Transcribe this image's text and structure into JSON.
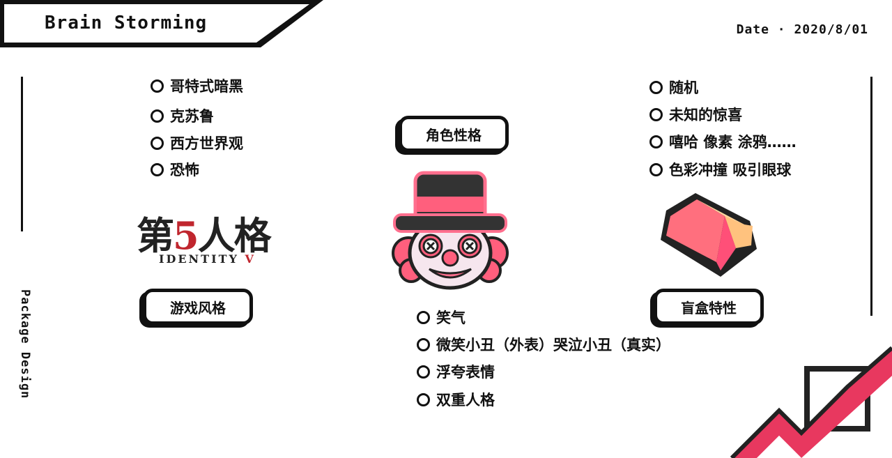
{
  "header": {
    "title": "Brain Storming",
    "date": "Date · 2020/8/01"
  },
  "side_label": "Package Design",
  "game_style": {
    "tag": "游戏风格",
    "items": [
      "哥特式暗黑",
      "克苏鲁",
      "西方世界观",
      "恐怖"
    ],
    "logo": {
      "chinese_prefix": "第",
      "chinese_number": "5",
      "chinese_suffix": "人格",
      "english": "IDENTITY",
      "english_suffix": "V"
    }
  },
  "character": {
    "tag": "角色性格",
    "items": [
      "笑气",
      "微笑小丑（外表）哭泣小丑（真实）",
      "浮夸表情",
      "双重人格"
    ],
    "icon": "clown-icon"
  },
  "blind_box": {
    "tag": "盲盒特性",
    "items": [
      "随机",
      "未知的惊喜",
      "嘻哈 像素 涂鸦……",
      "色彩冲撞 吸引眼球"
    ],
    "icon": "cube-icon"
  },
  "colors": {
    "accent": "#e8385f",
    "ink": "#111111",
    "pink": "#ff6f8e",
    "yellow": "#ffc98a"
  }
}
